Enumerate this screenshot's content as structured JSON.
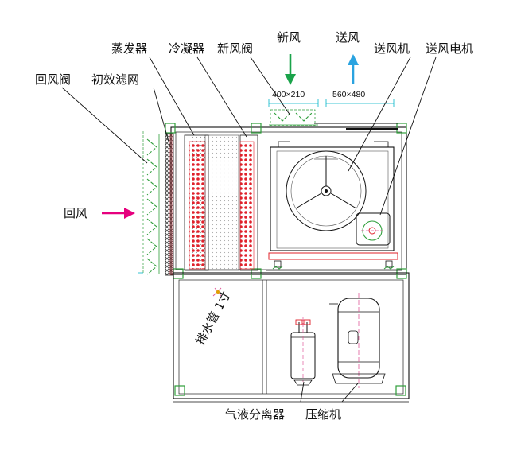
{
  "labels": {
    "return_damper": "回风阀",
    "primary_filter": "初效滤网",
    "evaporator": "蒸发器",
    "condenser": "冷凝器",
    "fresh_air_damper": "新风阀",
    "fresh_air": "新风",
    "supply_air": "送风",
    "supply_fan": "送风机",
    "supply_motor": "送风电机",
    "return_air": "回风",
    "drain_pipe": "排水管 1寸",
    "liquid_separator": "气液分离器",
    "compressor": "压缩机"
  },
  "dimensions": {
    "fresh_air_opening": "400×210",
    "supply_air_opening": "560×480"
  },
  "colors": {
    "frame_green": "#2e9e3a",
    "coil_red": "#e0202a",
    "arrow_magenta": "#e6007e",
    "arrow_green": "#1aa34a",
    "arrow_blue": "#2aa3e0",
    "dim_cyan": "#00b4c8",
    "pink_axis": "#e05a9a"
  }
}
